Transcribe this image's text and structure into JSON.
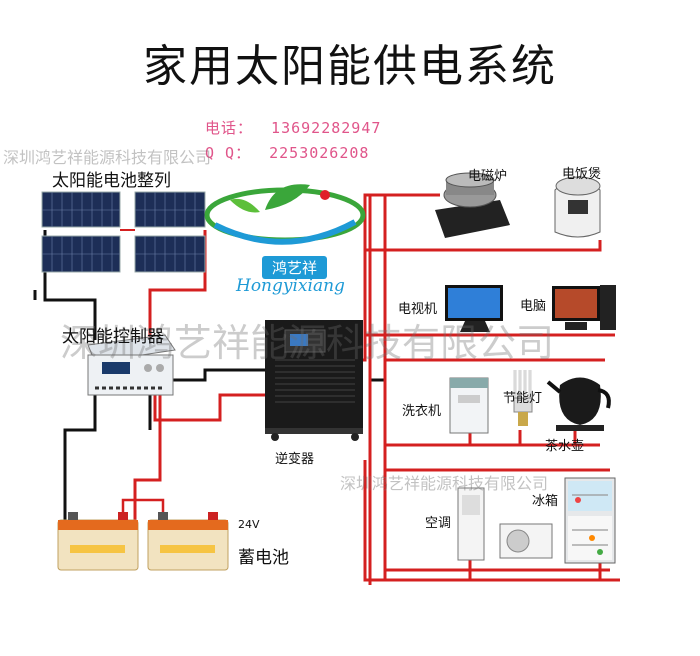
{
  "title": "家用太阳能供电系统",
  "contact": {
    "phone_label": "电话：",
    "phone": "13692282947",
    "qq_label": "Q  Q：",
    "qq": "2253026208"
  },
  "logo": {
    "cn": "鸿艺祥",
    "en": "Hongyixiang"
  },
  "watermarks": {
    "top": "深圳鸿艺祥能源科技有限公司",
    "middle": "深圳鸿艺祥能源科技有限公司",
    "bottom": "深圳鸿艺祥能源科技有限公司"
  },
  "components": {
    "solar_array": "太阳能电池整列",
    "controller": "太阳能控制器",
    "inverter": "逆变器",
    "battery": "蓄电池",
    "battery_voltage": "24V"
  },
  "appliances": {
    "induction_cooker": "电磁炉",
    "rice_cooker": "电饭煲",
    "tv": "电视机",
    "computer": "电脑",
    "washer": "洗衣机",
    "lamp": "节能灯",
    "kettle": "茶水壶",
    "air_conditioner": "空调",
    "fridge": "冰箱"
  },
  "colors": {
    "positive_wire": "#d42020",
    "negative_wire": "#111111",
    "brand_blue": "#1e9ad6",
    "brand_green": "#3aa63a"
  }
}
